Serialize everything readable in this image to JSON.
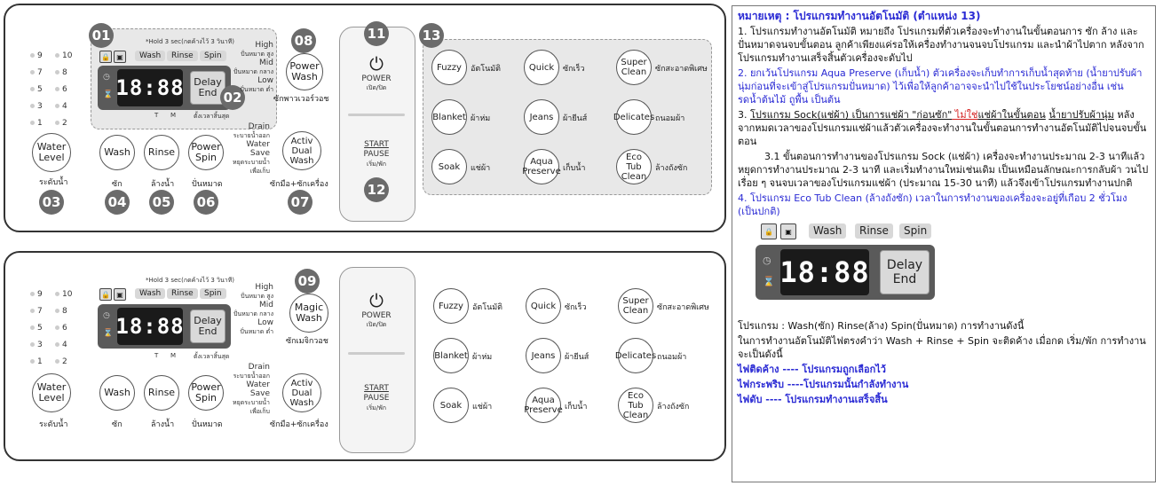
{
  "panel": {
    "levels_left": [
      "9",
      "7",
      "5",
      "3",
      "1"
    ],
    "levels_right": [
      "10",
      "8",
      "6",
      "4",
      "2"
    ],
    "hold_note": "*Hold 3 sec",
    "hold_note_th": "(กดค้างไว้ 3 วินาที)",
    "pill_wash": "Wash",
    "pill_rinse": "Rinse",
    "pill_spin": "Spin",
    "display": "18:88",
    "delay_line1": "Delay",
    "delay_line2": "End",
    "delay_th": "ตั้งเวลาสิ้นสุด",
    "t_label": "T",
    "m_label": "M",
    "high": "High",
    "high_th": "ปั่นหมาด สูง",
    "mid": "Mid",
    "mid_th": "ปั่นหมาด กลาง",
    "low": "Low",
    "low_th": "ปั่นหมาด ต่ำ",
    "drain": "Drain",
    "drain_th": "ระบายน้ำออก",
    "water_save": "Water Save",
    "water_save_th": "หยุดระบายน้ำ เพื่อเก็บ",
    "water_level_1": "Water",
    "water_level_2": "Level",
    "water_level_th": "ระดับน้ำ",
    "wash": "Wash",
    "wash_th": "ซัก",
    "rinse": "Rinse",
    "rinse_th": "ล้างน้ำ",
    "power_spin_1": "Power",
    "power_spin_2": "Spin",
    "power_spin_th": "ปั่นหมาด",
    "activ_1": "Activ",
    "activ_2": "Dual",
    "activ_3": "Wash",
    "activ_th": "ซักมือ+ซักเครื่อง",
    "power_wash_1": "Power",
    "power_wash_2": "Wash",
    "power_wash_th": "ซักพาวเวอร์วอช",
    "magic_wash_1": "Magic",
    "magic_wash_2": "Wash",
    "magic_wash_th": "ซักเมจิกวอช",
    "power_btn": "POWER",
    "power_btn_th": "เปิด/ปิด",
    "start": "START",
    "pause": "PAUSE",
    "start_th": "เริ่ม/พัก",
    "programs": [
      {
        "label": "Fuzzy",
        "th": "อัตโนมัติ"
      },
      {
        "label": "Quick",
        "th": "ซักเร็ว"
      },
      {
        "label": "Super Clean",
        "th": "ซักสะอาดพิเศษ"
      },
      {
        "label": "Blanket",
        "th": "ผ้าห่ม"
      },
      {
        "label": "Jeans",
        "th": "ผ้ายีนส์"
      },
      {
        "label": "Delicates",
        "th": "ถนอมผ้า"
      },
      {
        "label": "Soak",
        "th": "แช่ผ้า"
      },
      {
        "label": "Aqua Preserve",
        "th": "เก็บน้ำ"
      },
      {
        "label": "Eco Tub Clean",
        "th": "ล้างถังซัก"
      }
    ],
    "badges": {
      "b01": "01",
      "b02": "02",
      "b03": "03",
      "b04": "04",
      "b05": "05",
      "b06": "06",
      "b07": "07",
      "b08": "08",
      "b09": "09",
      "b11": "11",
      "b12": "12",
      "b13": "13"
    }
  },
  "notes": {
    "title": "หมายเหตุ : โปรแกรมทำงานอัตโนมัติ (ตำแหน่ง 13)",
    "n1": "1. โปรแกรมทำงานอัตโนมัติ หมายถึง โปรแกรมที่ตัวเครื่องจะทำงานในขั้นตอนการ ซัก ล้าง และปั่นหมาดจนจบขั้นตอน ลูกค้าเพียงแค่รอให้เครื่องทำงานจนจบโปรแกรม และนำผ้าไปตาก หลังจากโปรแกรมทำงานเสร็จสิ้นตัวเครื่องจะดับไป",
    "n2": "2. ยกเว้นโปรแกรม Aqua Preserve (เก็บน้ำ) ตัวเครื่องจะเก็บทำการเก็บน้ำสุดท้าย (น้ำยาปรับผ้านุ่มก่อนที่จะเข้าสู่โปรแกรมปั่นหมาด) ไว้เพื่อให้ลูกค้าอาจจะนำไปใช้ในประโยชน์อย่างอื่น เช่น รดน้ำต้นไม้ ถูพื้น เป็นต้น",
    "n3a": "3. ",
    "n3b": "โปรแกรม Sock(แช่ผ้า) เป็นการแช่ผ้า \"ก่อนซัก\"",
    "n3c": " ไม่ใช่",
    "n3d": "แช่ผ้าในขั้นตอน",
    "n3e": "น้ำยาปรับผ้านุ่ม",
    "n3f": " หลังจากหมดเวลาของโปรแกรมแช่ผ้าแล้วตัวเครื่องจะทำงานในขั้นตอนการทำงานอัตโนมัติไปจนจบขั้นตอน",
    "n31": "3.1 ขั้นตอนการทำงานของโปรแกรม Sock (แช่ผ้า) เครื่องจะทำงานประมาณ 2-3 นาทีแล้วหยุดการทำงานประมาณ 2-3 นาที และเริ่มทำงานใหม่เช่นเดิม เป็นเหมือนลักษณะการกลับผ้า วนไปเรื่อย ๆ จนจบเวลาของโปรแกรมแช่ผ้า (ประมาณ 15-30 นาที) แล้วจึงเข้าโปรแกรมทำงานปกติ",
    "n4": "4. โปรแกรม Eco Tub Clean (ล้างถังซัก) เวลาในการทำงานของเครื่องจะอยู่ที่เกือบ 2 ชั่วโมง (เป็นปกติ)",
    "zoom_wash": "Wash",
    "zoom_rinse": "Rinse",
    "zoom_spin": "Spin",
    "zoom_display": "18:88",
    "zoom_delay1": "Delay",
    "zoom_delay2": "End",
    "p1": "โปรแกรม : Wash(ซัก) Rinse(ล้าง) Spin(ปั่นหมาด) การทำงานดังนี้",
    "p2": "ในการทำงานอัตโนมัติไฟตรงคำว่า Wash + Rinse + Spin จะติดค้าง เมื่อกด เริ่ม/พัก การทำงานจะเป็นดังนี้",
    "l1": "ไฟติดค้าง ---- โปรแกรมถูกเลือกไว้",
    "l2": "ไฟกระพริบ ----โปรแกรมนั้นกำลังทำงาน",
    "l3": "ไฟดับ ---- โปรแกรมทำงานเสร็จสิ้น"
  }
}
